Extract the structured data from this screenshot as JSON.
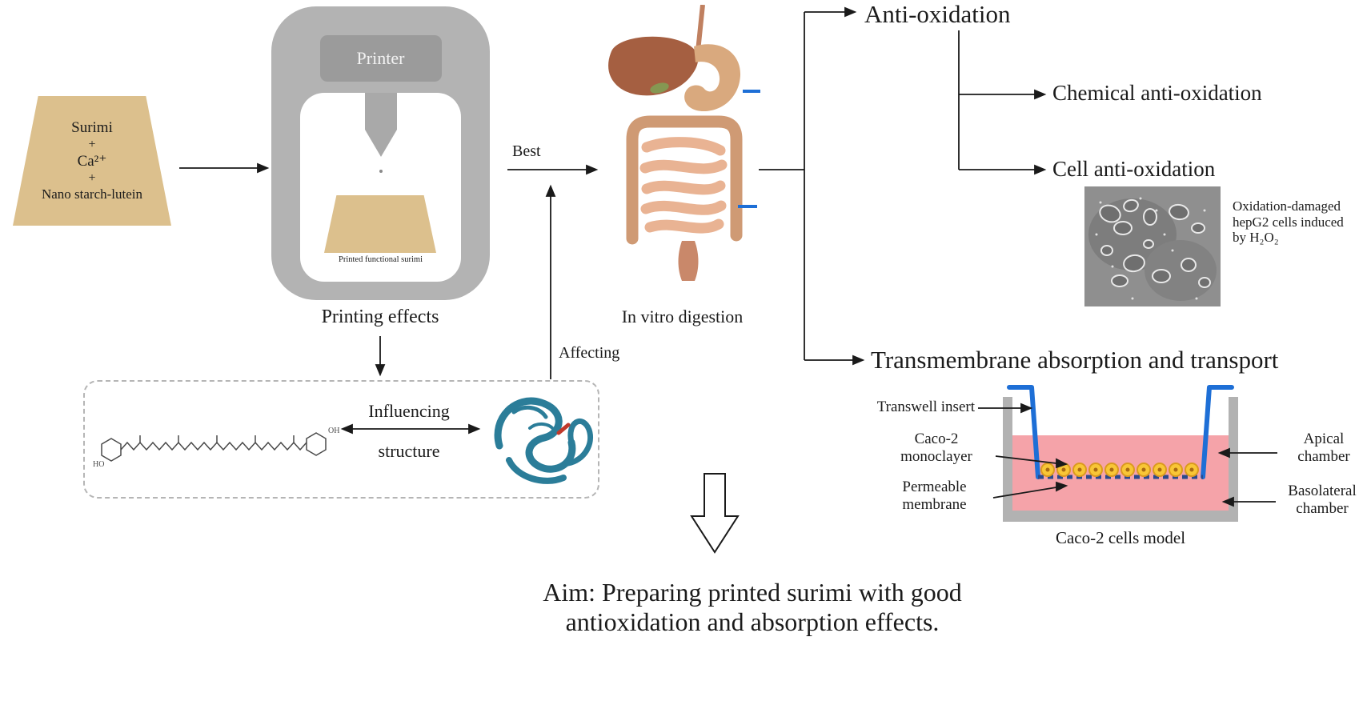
{
  "colors": {
    "tan": "#dcc08d",
    "printer_frame": "#b3b3b3",
    "printer_label_bg": "#9b9b9b",
    "arrow_black": "#1a1a1a",
    "protein_teal": "#2b7d99",
    "chamber_pink": "#f5a3a9",
    "insert_blue": "#1e6fd6",
    "cell_yellow": "#f8c636",
    "container_gray": "#b2b2b2"
  },
  "ingredients": {
    "lines": [
      "Surimi",
      "+",
      "Ca²⁺",
      "+",
      "Nano starch-lutein"
    ]
  },
  "printer": {
    "label": "Printer",
    "printed_caption": "Printed functional surimi",
    "effects_caption": "Printing effects"
  },
  "structure_box": {
    "line1": "Influencing",
    "line2": "structure"
  },
  "labels": {
    "best": "Best",
    "affecting": "Affecting",
    "digestion_caption": "In vitro digestion"
  },
  "branches": {
    "anti_oxidation": "Anti-oxidation",
    "chemical": "Chemical anti-oxidation",
    "cell": "Cell anti-oxidation",
    "transmembrane": "Transmembrane absorption and transport"
  },
  "hepg2": {
    "line1": "Oxidation-damaged",
    "line2": "hepG2 cells induced",
    "line3": "by H₂O₂"
  },
  "transwell": {
    "insert_label": "Transwell insert",
    "monolayer_line1": "Caco-2",
    "monolayer_line2": "monoclayer",
    "membrane_line1": "Permeable",
    "membrane_line2": "membrane",
    "apical_line1": "Apical",
    "apical_line2": "chamber",
    "basolateral_line1": "Basolateral",
    "basolateral_line2": "chamber",
    "caption": "Caco-2 cells model"
  },
  "aim": {
    "line1": "Aim: Preparing printed surimi with good",
    "line2": "antioxidation and absorption effects."
  }
}
